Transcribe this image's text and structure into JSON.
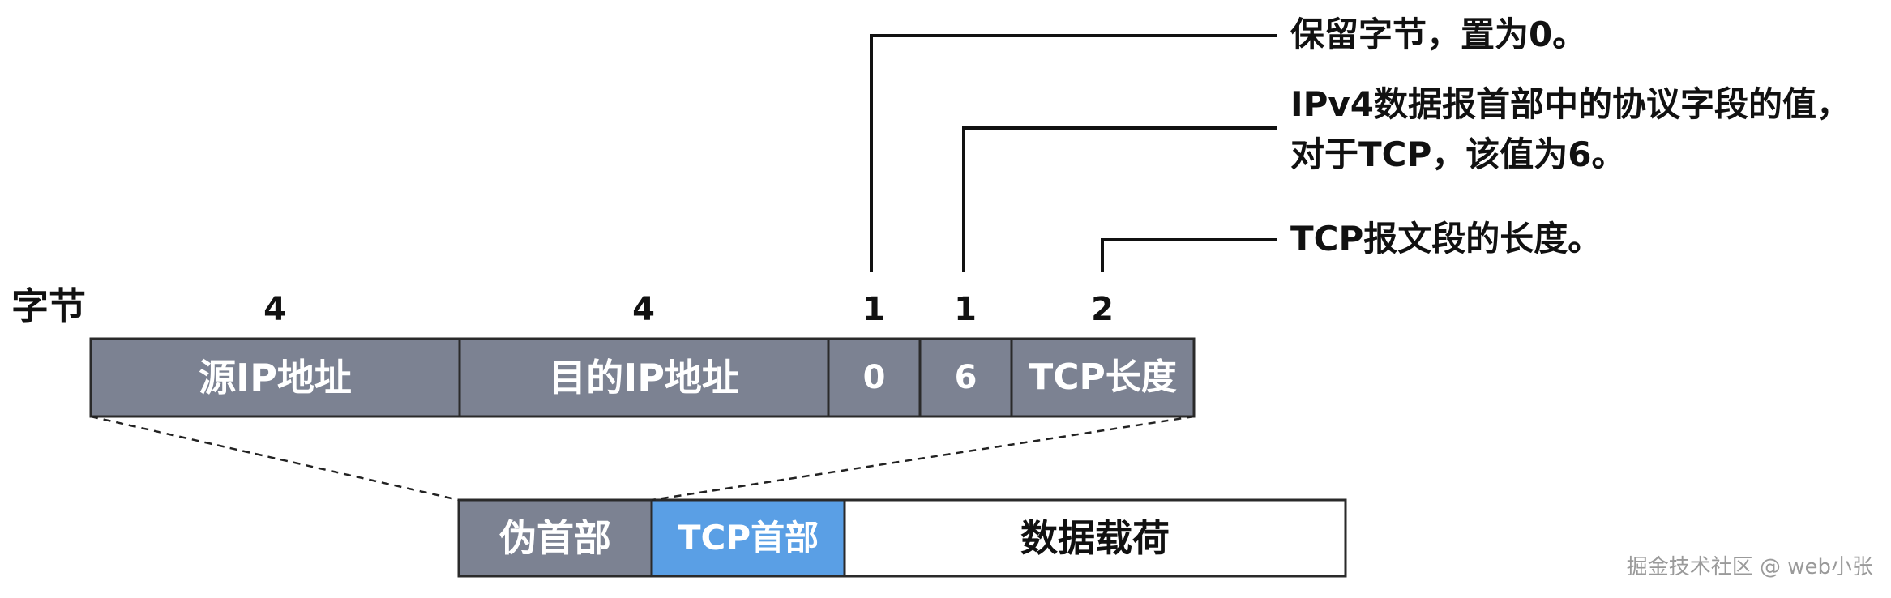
{
  "bytes_label": "字节",
  "pseudo_header": {
    "fields": [
      {
        "name": "源IP地址",
        "bytes": "4"
      },
      {
        "name": "目的IP地址",
        "bytes": "4"
      },
      {
        "name": "0",
        "bytes": "1"
      },
      {
        "name": "6",
        "bytes": "1"
      },
      {
        "name": "TCP长度",
        "bytes": "2"
      }
    ]
  },
  "segment": {
    "parts": [
      {
        "name": "伪首部"
      },
      {
        "name": "TCP首部"
      },
      {
        "name": "数据载荷"
      }
    ]
  },
  "annotations": {
    "reserved": "保留字节，置为0。",
    "protocol_line1": "IPv4数据报首部中的协议字段的值，",
    "protocol_line2": "对于TCP，该值为6。",
    "length": "TCP报文段的长度。"
  },
  "colors": {
    "header_fill": "#7c8292",
    "tcp_header_fill": "#5a9fe5",
    "payload_fill": "#ffffff",
    "text_on_dark": "#ffffff"
  },
  "watermark": "掘金技术社区 @ web小张"
}
